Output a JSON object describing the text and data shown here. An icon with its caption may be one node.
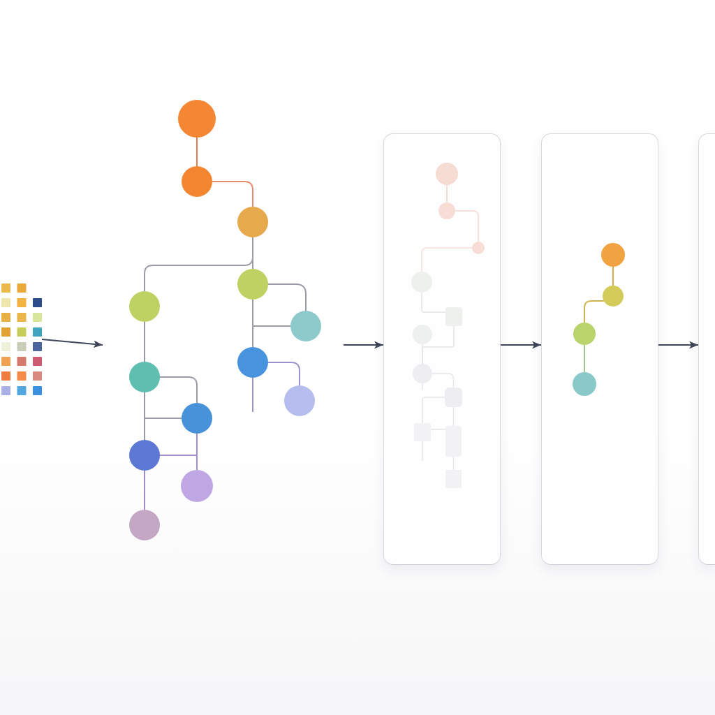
{
  "diagram": {
    "nodes": [
      {
        "text": [],
        "shape": "grid"
      },
      {
        "text": [],
        "shape": "circle"
      },
      {
        "text": [],
        "shape": "circle"
      },
      {
        "text": [],
        "shape": "circle"
      },
      {
        "text": [],
        "shape": "circle"
      },
      {
        "text": [],
        "shape": "circle"
      },
      {
        "text": [],
        "shape": "circle"
      },
      {
        "text": [],
        "shape": "circle"
      },
      {
        "text": [],
        "shape": "circle"
      },
      {
        "text": [],
        "shape": "circle"
      },
      {
        "text": [],
        "shape": "circle"
      },
      {
        "text": [],
        "shape": "circle"
      },
      {
        "text": [],
        "shape": "circle"
      },
      {
        "text": [],
        "shape": "circle"
      },
      {
        "text": [],
        "shape": "box"
      },
      {
        "text": [],
        "shape": "circle",
        "in": 14
      },
      {
        "text": [],
        "shape": "circle",
        "in": 14
      },
      {
        "text": [],
        "shape": "circle",
        "in": 14
      },
      {
        "text": [],
        "shape": "circle",
        "in": 14
      },
      {
        "text": [],
        "shape": "box",
        "in": 14
      },
      {
        "text": [],
        "shape": "circle",
        "in": 14
      },
      {
        "text": [],
        "shape": "circle",
        "in": 14
      },
      {
        "text": [],
        "shape": "box",
        "in": 14
      },
      {
        "text": [],
        "shape": "box",
        "in": 14
      },
      {
        "text": [],
        "shape": "box",
        "in": 14
      },
      {
        "text": [],
        "shape": "box",
        "in": 14
      },
      {
        "text": [],
        "shape": "box"
      },
      {
        "text": [],
        "shape": "circle",
        "in": 26
      },
      {
        "text": [],
        "shape": "circle",
        "in": 26
      },
      {
        "text": [],
        "shape": "circle",
        "in": 26
      },
      {
        "text": [],
        "shape": "circle",
        "in": 26
      },
      {
        "text": [],
        "shape": "box"
      }
    ],
    "edges": [
      {
        "from": 0,
        "to": null,
        "arrow": "to",
        "color": "#3e4558"
      },
      {
        "from": 1,
        "to": 2,
        "arrow": "none",
        "color": "#e27c4f"
      },
      {
        "from": 2,
        "to": 3,
        "arrow": "none",
        "color": "#e38b6b"
      },
      {
        "from": 3,
        "to": 4,
        "arrow": "none",
        "color": "#9b9ba8"
      },
      {
        "from": 3,
        "to": 5,
        "arrow": "none",
        "color": "#9b9ba8"
      },
      {
        "from": 5,
        "to": 6,
        "arrow": "none",
        "color": "#9b9ba8"
      },
      {
        "from": 5,
        "to": 6,
        "arrow": "none",
        "color": "#9b9ba8"
      },
      {
        "from": 5,
        "to": 7,
        "arrow": "none",
        "color": "#9b9ba8"
      },
      {
        "from": 7,
        "to": 8,
        "arrow": "none",
        "color": "#9d8fcc"
      },
      {
        "from": 7,
        "to": null,
        "arrow": "none",
        "color": "#9d90c5"
      },
      {
        "from": 4,
        "to": 9,
        "arrow": "none",
        "color": "#9b9ba8"
      },
      {
        "from": 9,
        "to": 10,
        "arrow": "none",
        "color": "#9b9ba8"
      },
      {
        "from": 9,
        "to": 10,
        "arrow": "none",
        "color": "#9b9ba8"
      },
      {
        "from": 9,
        "to": 11,
        "arrow": "none",
        "color": "#9b9ba8"
      },
      {
        "from": 10,
        "to": 12,
        "arrow": "none",
        "color": "#a48fce"
      },
      {
        "from": 11,
        "to": 12,
        "arrow": "none",
        "color": "#a48fce"
      },
      {
        "from": 11,
        "to": 13,
        "arrow": "none",
        "color": "#a08cc0"
      },
      {
        "from": null,
        "to": 14,
        "arrow": "to",
        "color": "#3e4558"
      },
      {
        "from": 15,
        "to": 16,
        "arrow": "none",
        "color": "#f2d3c8"
      },
      {
        "from": 16,
        "to": 17,
        "arrow": "none",
        "color": "#f4d8cf"
      },
      {
        "from": 17,
        "to": 18,
        "arrow": "none",
        "color": "#f4e0da"
      },
      {
        "from": 18,
        "to": 19,
        "arrow": "none"
      },
      {
        "from": 19,
        "to": 21,
        "arrow": "none"
      },
      {
        "from": 20,
        "to": 21,
        "arrow": "none"
      },
      {
        "from": 21,
        "to": 22,
        "arrow": "none"
      },
      {
        "from": 21,
        "to": null,
        "arrow": "none"
      },
      {
        "from": 22,
        "to": 23,
        "arrow": "none"
      },
      {
        "from": 23,
        "to": 24,
        "arrow": "none"
      },
      {
        "from": 22,
        "to": 24,
        "arrow": "none"
      },
      {
        "from": 24,
        "to": 25,
        "arrow": "none"
      },
      {
        "from": 23,
        "to": null,
        "arrow": "none"
      },
      {
        "from": 14,
        "to": 26,
        "arrow": "to",
        "color": "#3e4558"
      },
      {
        "from": 27,
        "to": 28,
        "arrow": "none",
        "color": "#d9ac45"
      },
      {
        "from": 28,
        "to": 29,
        "arrow": "none",
        "color": "#cdb44c"
      },
      {
        "from": 29,
        "to": 30,
        "arrow": "none",
        "color": "#a2c890"
      },
      {
        "from": 26,
        "to": 31,
        "arrow": "to",
        "color": "#3e4558"
      }
    ]
  }
}
